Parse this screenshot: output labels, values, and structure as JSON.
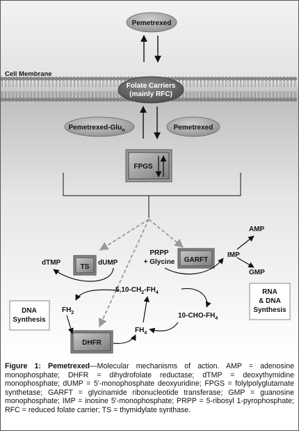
{
  "nodes": {
    "pemetrexed_top": "Pemetrexed",
    "cell_membrane": "Cell Membrane",
    "folate_carriers_1": "Folate Carriers",
    "folate_carriers_2": "(mainly RFC)",
    "pemetrexed_glu": "Pemetrexed-Glu",
    "pemetrexed_glu_sub": "n",
    "pemetrexed_right": "Pemetrexed",
    "fpgs": "FPGS",
    "ts": "TS",
    "dtmp": "dTMP",
    "dump": "dUMP",
    "prpp": "PRPP",
    "glycine": "+ Glycine",
    "garft": "GARFT",
    "imp": "IMP",
    "amp": "AMP",
    "gmp": "GMP",
    "fh2_base": "FH",
    "fh2_sub": "2",
    "methylene_a": "5,10-CH",
    "methylene_sub1": "2",
    "methylene_b": "-FH",
    "methylene_sub2": "4",
    "cho_a": "10-CHO-FH",
    "cho_sub": "4",
    "fh4_base": "FH",
    "fh4_sub": "4",
    "dhfr": "DHFR",
    "dna_synthesis_1": "DNA",
    "dna_synthesis_2": "Synthesis",
    "rna_dna_1": "RNA",
    "rna_dna_2": "& DNA",
    "rna_dna_3": "Synthesis"
  },
  "caption": {
    "label": "Figure 1: Pemetrexed",
    "text": "—Molecular mechanisms of action. AMP = adenosine monophosphate; DHFR = dihydrofolate reductase; dTMP = deoxythymidine monophosphate; dUMP = 5′-monophosphate deoxyuridine; FPGS = folylpolyglutamate synthetase; GARFT = glycinamide ribonucleotide transferase; GMP = guanosine monophosphate; IMP = inosine 5′-monophosphate; PRPP = 5-ribosyl 1-pyrophosphate; RFC = reduced folate carrier; TS = thymidylate synthase."
  }
}
